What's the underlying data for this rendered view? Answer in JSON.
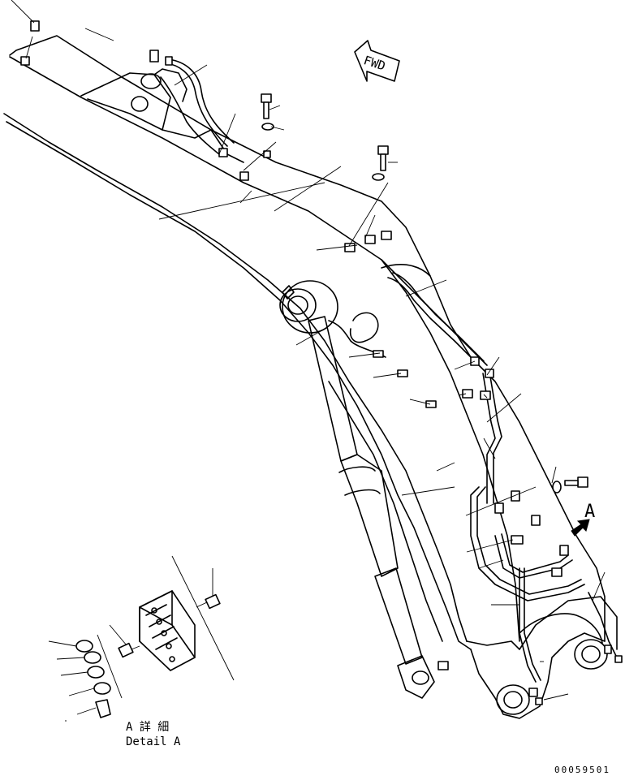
{
  "labels": {
    "fwd": "FWD",
    "view_letter": "A",
    "detail_jp": "A 詳 細",
    "detail_en": "Detail A",
    "drawing_number": "00059501"
  },
  "icons": {
    "forward_arrow": "fwd-arrow-icon",
    "view_arrow": "view-arrow-icon"
  },
  "colors": {
    "line": "#000000",
    "background": "#ffffff"
  }
}
